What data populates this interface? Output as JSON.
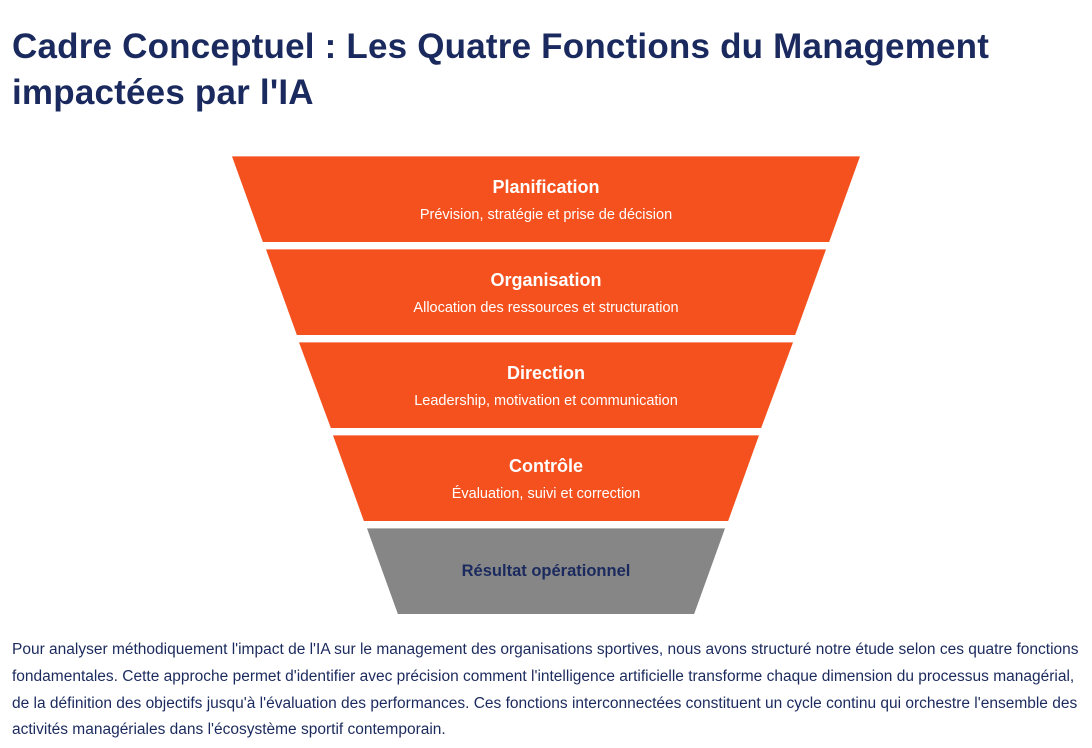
{
  "page": {
    "title": "Cadre Conceptuel : Les Quatre Fonctions du Management impactées par l'IA",
    "description": "Pour analyser méthodiquement l'impact de l'IA sur le management des organisations sportives, nous avons structuré notre étude selon ces quatre fonctions fondamentales. Cette approche permet d'identifier avec précision comment l'intelligence artificielle transforme chaque dimension du processus managérial, de la définition des objectifs jusqu'à l'évaluation des performances. Ces fonctions interconnectées constituent un cycle continu qui orchestre l'ensemble des activités managériales dans l'écosystème sportif contemporain."
  },
  "colors": {
    "accent_orange": "#F4511E",
    "result_gray": "#868686",
    "navy_text": "#1b2a5e",
    "segment_text": "#ffffff"
  },
  "funnel": {
    "type": "funnel-diagram",
    "segments": [
      {
        "title": "Planification",
        "subtitle": "Prévision, stratégie et prise de décision",
        "color": "#F4511E"
      },
      {
        "title": "Organisation",
        "subtitle": "Allocation des ressources et structuration",
        "color": "#F4511E"
      },
      {
        "title": "Direction",
        "subtitle": "Leadership, motivation et communication",
        "color": "#F4511E"
      },
      {
        "title": "Contrôle",
        "subtitle": "Évaluation, suivi et correction",
        "color": "#F4511E"
      },
      {
        "title": "Résultat opérationnel",
        "subtitle": "",
        "color": "#868686"
      }
    ]
  }
}
